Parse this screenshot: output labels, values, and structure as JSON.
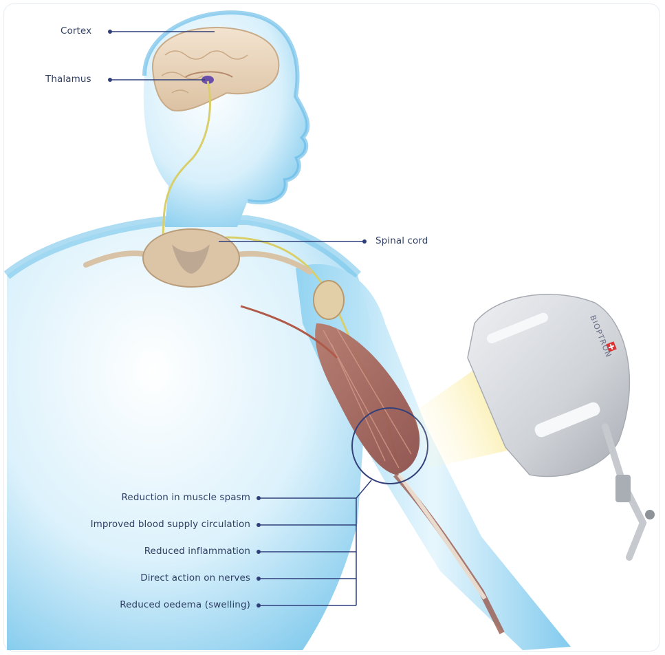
{
  "labels": {
    "cortex": "Cortex",
    "thalamus": "Thalamus",
    "spinal_cord": "Spinal cord",
    "effects": [
      "Reduction in muscle spasm",
      "Improved blood supply circulation",
      "Reduced inflammation",
      "Direct action on nerves",
      "Reduced oedema (swelling)"
    ]
  },
  "device": {
    "brand": "BIOPTRON"
  },
  "colors": {
    "label_text": "#2f3f63",
    "leader_line": "#2f3f7a",
    "body_blue": "#7fc9ec",
    "nerve_yellow": "#d9cf6a",
    "light_beam": "#f5e37a",
    "focus_circle": "#33407a",
    "device_grey": "#c9ccd1"
  },
  "icons": [
    "brain-icon",
    "spinal-cord-icon",
    "arm-muscle-icon",
    "therapy-lamp-icon",
    "swiss-cross-icon"
  ]
}
